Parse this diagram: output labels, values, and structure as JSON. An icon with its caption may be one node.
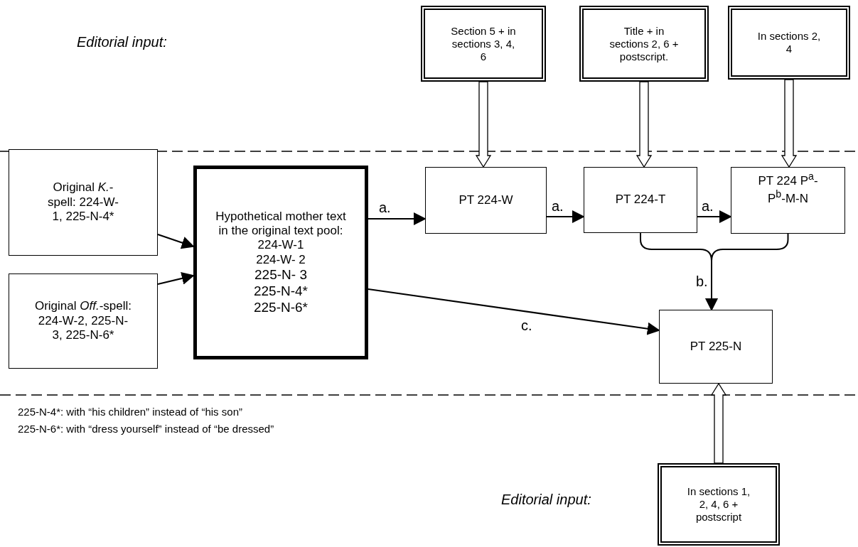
{
  "diagram": {
    "nodes": [
      {
        "text": [
          "Section 5 + in sections 3, 4, 6"
        ]
      },
      {
        "text": [
          "Title + in sections 2, 6 + postscript."
        ]
      },
      {
        "text": [
          "In sections 2, 4"
        ]
      },
      {
        "text": [
          "Original *K.*-spell: 224-W-1, 225-N-4*"
        ]
      },
      {
        "text": [
          "Hypothetical mother text in the original text pool:",
          "224-W-1",
          "224-W- 2",
          "225-N- 3",
          "225-N-4*",
          "225-N-6*"
        ]
      },
      {
        "text": [
          "PT 224-W"
        ]
      },
      {
        "text": [
          "PT 224-T"
        ]
      },
      {
        "text": [
          "PT 224 P$^{a}$-P$^{b}$-M-N"
        ]
      },
      {
        "text": [
          "Original *Off.*-spell: 224-W-2, 225-N-3, 225-N-6*"
        ]
      },
      {
        "text": [
          "PT 225-N"
        ]
      },
      {
        "text": [
          "In sections 1, 2, 4, 6 + postscript"
        ]
      }
    ],
    "edges": [
      {
        "from": 0,
        "to": 5,
        "arrow": "to"
      },
      {
        "from": 1,
        "to": 6,
        "arrow": "to"
      },
      {
        "from": 2,
        "to": 7,
        "arrow": "to"
      },
      {
        "from": 3,
        "to": 4,
        "arrow": "to"
      },
      {
        "from": 8,
        "to": 4,
        "arrow": "to"
      },
      {
        "from": 4,
        "to": 5,
        "arrow": "to",
        "label": "a."
      },
      {
        "from": 5,
        "to": 6,
        "arrow": "to",
        "label": "a."
      },
      {
        "from": 6,
        "to": 7,
        "arrow": "to",
        "label": "a."
      },
      {
        "from": 4,
        "to": 9,
        "arrow": "to",
        "label": "c."
      },
      {
        "from": 6,
        "to": 9,
        "arrow": "to",
        "label": "b."
      },
      {
        "from": 7,
        "to": 9,
        "arrow": "to"
      },
      {
        "from": 10,
        "to": 9,
        "arrow": "to"
      }
    ],
    "labels": [
      "Editorial input:",
      "225-N-4*: with “his children” instead of “his son”",
      "225-N-6*: with “dress yourself” instead of “be dressed”",
      "Editorial input:"
    ]
  }
}
